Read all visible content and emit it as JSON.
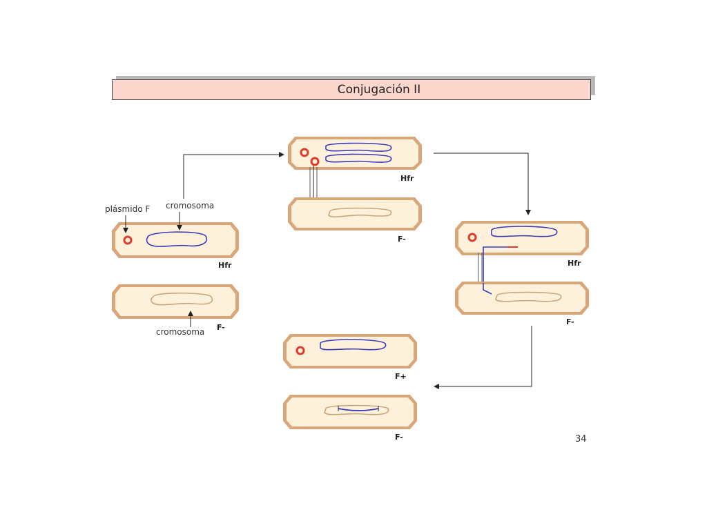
{
  "title": "Conjugación II",
  "labels": {
    "plasmid": "plásmido F",
    "chromosome_top": "cromosoma",
    "chromosome_bottom": "cromosoma"
  },
  "cell_tags": {
    "left_donor": "Hfr",
    "left_recipient": "F-",
    "mid_donor": "Hfr",
    "mid_recipient": "F-",
    "right_donor": "Hfr",
    "right_recipient": "F-",
    "result_top": "F+",
    "result_bottom": "F-"
  },
  "page_number": "34",
  "colors": {
    "cell_fill": "#fdf1dc",
    "cell_border": "#9a6a3a",
    "donor_dna": "#3a3ab8",
    "recipient_dna": "#c9a57a",
    "plasmid": "#e03a2a"
  }
}
